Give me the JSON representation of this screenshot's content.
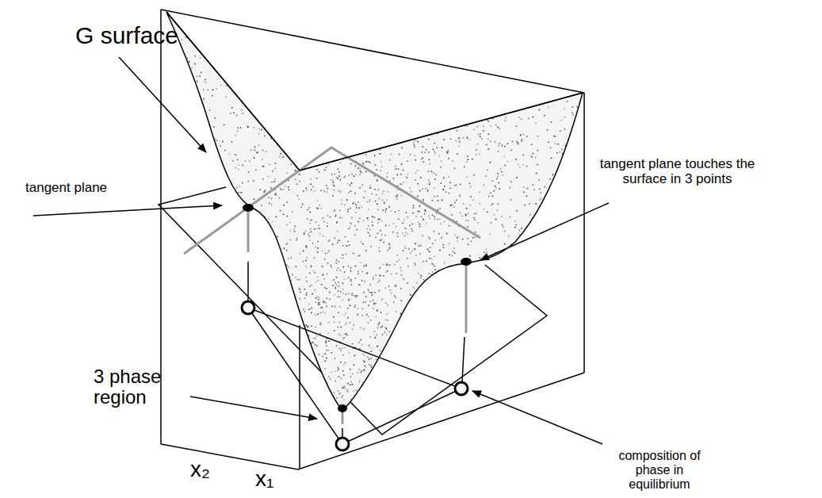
{
  "diagram": {
    "labels": [
      "G surface",
      "tangent plane",
      "tangent plane touches the surface in 3 points",
      "3 phase region",
      "composition of phase in equilibrium",
      "x₂",
      "x₁"
    ]
  }
}
